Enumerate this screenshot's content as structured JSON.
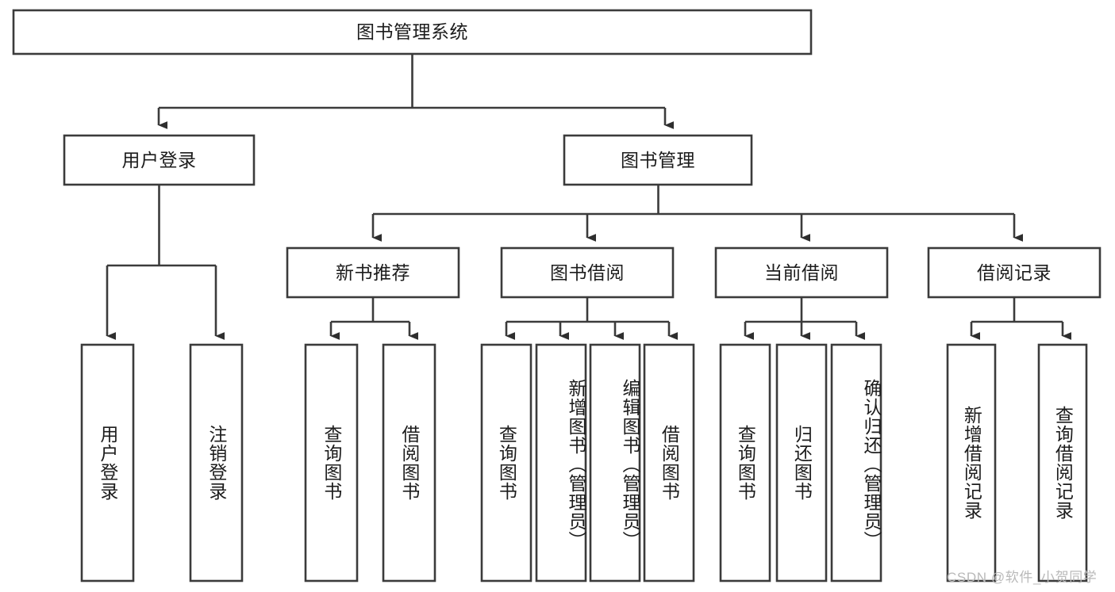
{
  "diagram": {
    "type": "hierarchy-tree",
    "orientation": "top-down",
    "watermark": "CSDN @软件_小贺同学",
    "colors": {
      "box_stroke": "#3b3b3b",
      "box_fill": "#ffffff",
      "connector": "#3b3b3b",
      "text": "#1c1c1c",
      "watermark": "#b9b9b9",
      "background": "#ffffff"
    },
    "root": {
      "id": "root",
      "label": "图书管理系统"
    },
    "level2": [
      {
        "id": "user-login",
        "label": "用户登录"
      },
      {
        "id": "book-manage",
        "label": "图书管理"
      }
    ],
    "level3": [
      {
        "id": "new-book-recommend",
        "label": "新书推荐",
        "parent": "book-manage"
      },
      {
        "id": "book-borrow",
        "label": "图书借阅",
        "parent": "book-manage"
      },
      {
        "id": "current-borrow",
        "label": "当前借阅",
        "parent": "book-manage"
      },
      {
        "id": "borrow-record",
        "label": "借阅记录",
        "parent": "book-manage"
      }
    ],
    "leaves": {
      "user-login": [
        {
          "id": "leaf-user-login",
          "label": "用户登录"
        },
        {
          "id": "leaf-logout-login",
          "label": "注销登录"
        }
      ],
      "new-book-recommend": [
        {
          "id": "leaf-query-book-1",
          "label": "查询图书"
        },
        {
          "id": "leaf-borrow-book-1",
          "label": "借阅图书"
        }
      ],
      "book-borrow": [
        {
          "id": "leaf-query-book-2",
          "label": "查询图书"
        },
        {
          "id": "leaf-add-book-admin",
          "label": "新增图书（管理员）"
        },
        {
          "id": "leaf-edit-book-admin",
          "label": "编辑图书（管理员）"
        },
        {
          "id": "leaf-borrow-book-2",
          "label": "借阅图书"
        }
      ],
      "current-borrow": [
        {
          "id": "leaf-query-book-3",
          "label": "查询图书"
        },
        {
          "id": "leaf-return-book",
          "label": "归还图书"
        },
        {
          "id": "leaf-confirm-return-admin",
          "label": "确认归还（管理员）"
        }
      ],
      "borrow-record": [
        {
          "id": "leaf-add-borrow-record",
          "label": "新增借阅记录"
        },
        {
          "id": "leaf-query-borrow-record",
          "label": "查询借阅记录"
        }
      ]
    }
  }
}
